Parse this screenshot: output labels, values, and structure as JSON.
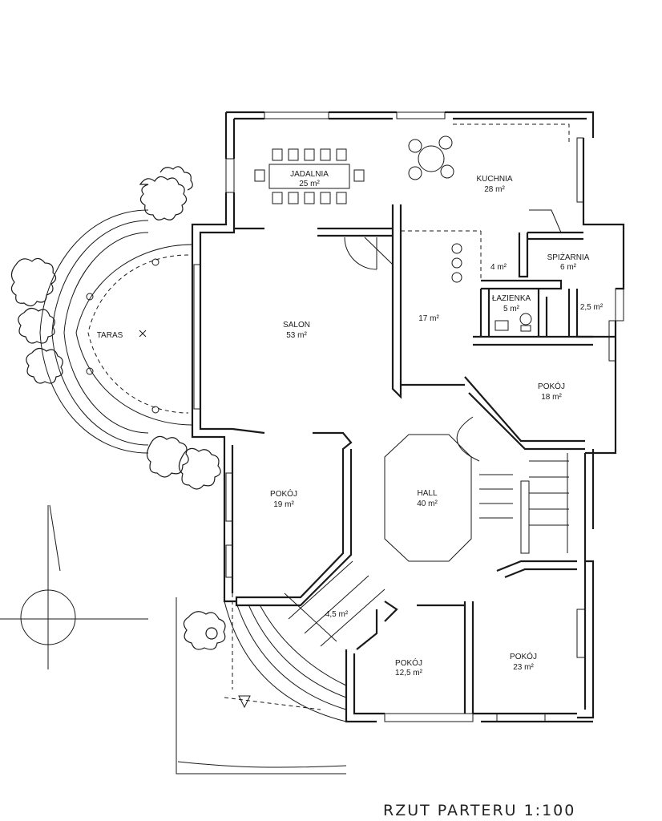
{
  "title": "RZUT PARTERU 1:100",
  "rooms": [
    {
      "id": "jadalnia",
      "name": "JADALNIA",
      "area": "25 m²"
    },
    {
      "id": "kuchnia",
      "name": "KUCHNIA",
      "area": "28 m²"
    },
    {
      "id": "spizarnia",
      "name": "SPIŻARNIA",
      "area": "6 m²"
    },
    {
      "id": "pantry-small",
      "name": "",
      "area": "4 m²"
    },
    {
      "id": "lazienka",
      "name": "ŁAZIENKA",
      "area": "5 m²"
    },
    {
      "id": "wc",
      "name": "",
      "area": "2,5 m²"
    },
    {
      "id": "corridor",
      "name": "",
      "area": "17 m²"
    },
    {
      "id": "salon",
      "name": "SALON",
      "area": "53 m²"
    },
    {
      "id": "taras",
      "name": "TARAS",
      "area": ""
    },
    {
      "id": "pokoj-18",
      "name": "POKÓJ",
      "area": "18 m²"
    },
    {
      "id": "hall",
      "name": "HALL",
      "area": "40 m²"
    },
    {
      "id": "pokoj-19",
      "name": "POKÓJ",
      "area": "19 m²"
    },
    {
      "id": "vestibule",
      "name": "",
      "area": "4,5 m²"
    },
    {
      "id": "pokoj-12",
      "name": "POKÓJ",
      "area": "12,5 m²"
    },
    {
      "id": "pokoj-23",
      "name": "POKÓJ",
      "area": "23 m²"
    }
  ],
  "north_arrow_icon": "north-arrow-icon",
  "colors": {
    "ink": "#1a1a1a",
    "paper": "#ffffff"
  }
}
